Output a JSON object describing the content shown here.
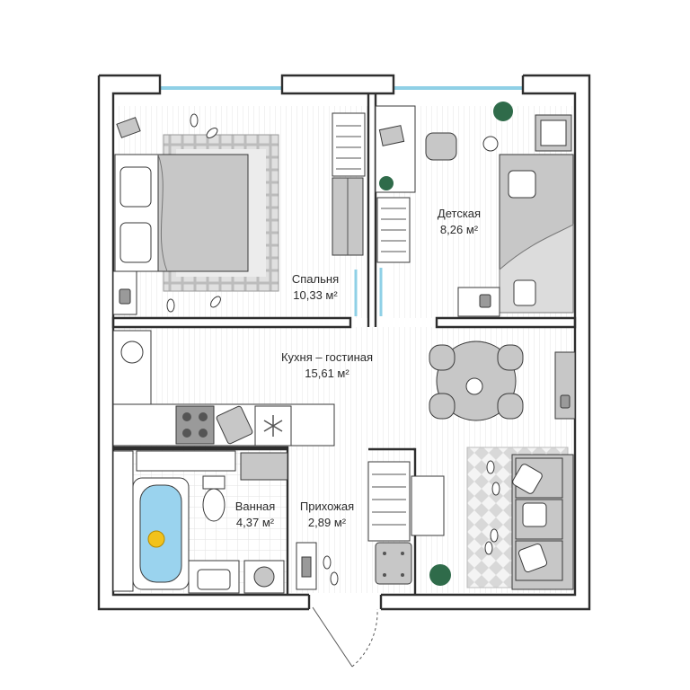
{
  "rooms": {
    "bedroom": {
      "name": "Спальня",
      "area": "10,33 м²"
    },
    "kids": {
      "name": "Детская",
      "area": "8,26 м²"
    },
    "living": {
      "name": "Кухня – гостиная",
      "area": "15,61 м²"
    },
    "bathroom": {
      "name": "Ванная",
      "area": "4,37 м²"
    },
    "hallway": {
      "name": "Прихожая",
      "area": "2,89 м²"
    }
  },
  "colors": {
    "wall": "#2e2e2e",
    "window": "#8fd0e6",
    "furniture_grey": "#c7c7c7",
    "plant": "#2f6b4a",
    "duck": "#f2c21b",
    "bath_water": "#9ad3ee"
  },
  "icons": [
    "bed-icon",
    "plant-icon",
    "table-icon",
    "sofa-icon",
    "bathtub-icon",
    "toilet-icon",
    "stove-icon",
    "sink-icon",
    "laptop-icon",
    "snowflake-icon"
  ]
}
